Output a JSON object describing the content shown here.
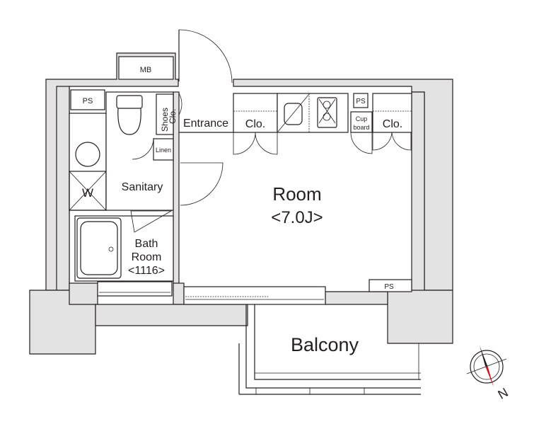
{
  "plan": {
    "rooms": {
      "room": {
        "name": "Room",
        "size": "<7.0J>"
      },
      "sanitary": "Sanitary",
      "bath": {
        "line1": "Bath",
        "line2": "Room",
        "size": "<1116>"
      },
      "entrance": "Entrance",
      "balcony": "Balcony"
    },
    "storage": {
      "mb": "MB",
      "ps": "PS",
      "shoes_line1": "Shoes",
      "shoes_line2": "Clo.",
      "closet": "Clo.",
      "linen": "Linen",
      "cupboard_line1": "Cup",
      "cupboard_line2": "board",
      "washer": "W"
    },
    "compass": {
      "north": "N"
    },
    "colors": {
      "wall": "#e3e3e3",
      "line": "#231f20",
      "compass_needle": "#e30613"
    }
  }
}
